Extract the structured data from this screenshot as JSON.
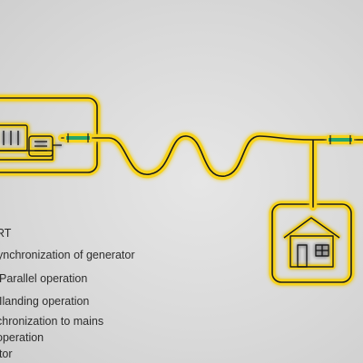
{
  "steps": [
    "RT",
    "ynchronization of generator",
    "Parallel operation",
    "Ilanding operation",
    "chronization to mains",
    "operation",
    "ator"
  ],
  "colors": {
    "glow": "#f7d31a",
    "line": "#1a1a1a",
    "breaker": "#25a56a",
    "background": "#dcdcdc",
    "text": "#2d2d2d"
  },
  "icons": {
    "generator": "generator-icon",
    "breaker_left": "circuit-breaker-icon",
    "breaker_right": "circuit-breaker-icon",
    "house": "house-icon"
  }
}
